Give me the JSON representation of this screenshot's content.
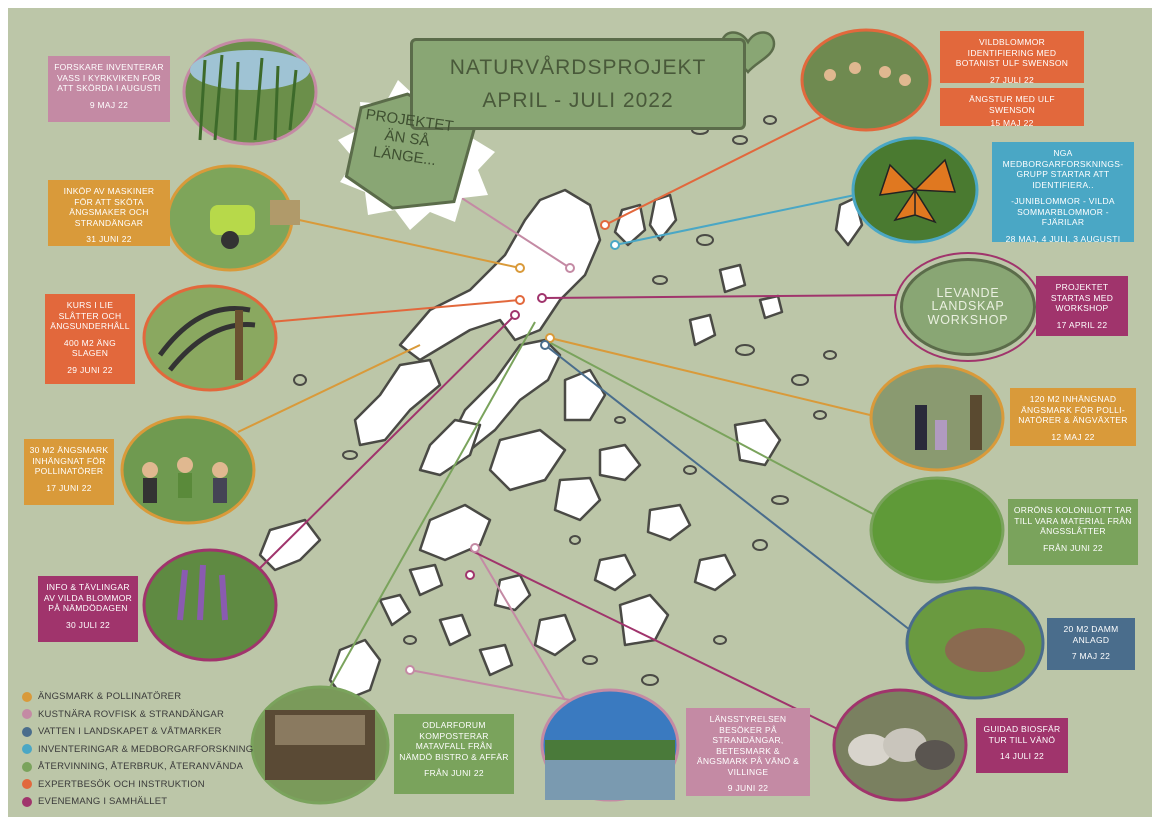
{
  "title": {
    "line1": "NATURVÅRDSPROJEKT",
    "line2": "APRIL - JULI 2022"
  },
  "sofar_badge": "PROJEKTET ÄN SÅ LÄNGE...",
  "levande_badge": "LEVANDE LANDSKAP WORKSHOP",
  "colors": {
    "background": "#bcc6a8",
    "pink": "#c48aa4",
    "orange": "#d99a3a",
    "red": "#e2683c",
    "blue": "#4aa7c5",
    "darkblue": "#4a6d8c",
    "green": "#7aa35c",
    "purple": "#a0346c"
  },
  "events": {
    "vass": {
      "text": "FORSKARE INVENTERAR VASS I KYRKVIKEN FÖR ATT SKÖRDA I AUGUSTI",
      "date": "9 MAJ 22"
    },
    "maskiner": {
      "text": "INKÖP AV MASKINER FÖR ATT SKÖTA ÄNGSMAKER OCH STRANDÄNGAR",
      "date": "31 JUNI 22"
    },
    "lie": {
      "text": "KURS I LIE SLÅTTER OCH ÄNGSUNDERHÅLL",
      "sub": "400 M2 ÄNG SLAGEN",
      "date": "29 JUNI 22"
    },
    "ang30": {
      "text": "30 M2 ÄNGSMARK INHÄNGNAT FÖR POLLINATÖRER",
      "date": "17 JUNI 22"
    },
    "info": {
      "text": "INFO & TÄVLINGAR AV VILDA BLOMMOR PÅ NÄMDÖDAGEN",
      "date": "30 JULI 22"
    },
    "odlar": {
      "text": "ODLARFORUM KOMPOSTERAR MATAVFALL FRÅN NÄMDÖ BISTRO & AFFÄR",
      "date": "FRÅN JUNI 22"
    },
    "lansstyrelsen": {
      "text": "LÄNSSTYRELSEN BESÖKER PÅ STRANDÄNGAR, BETESMARK & ÄNGSMARK PÅ VÄNÖ & VILLINGE",
      "date": "9 JUNI 22"
    },
    "guidad": {
      "text": "GUIDAD BIOSFÄR TUR TILL VÄNÖ",
      "date": "14 JULI 22"
    },
    "damm": {
      "text": "20 M2 DAMM ANLAGD",
      "date": "7 MAJ 22"
    },
    "orron": {
      "text": "ORRÖNS KOLONILOTT TAR TILL VARA MATERIAL FRÅN ÄNGSSLÅTTER",
      "date": "FRÅN JUNI 22"
    },
    "ang120": {
      "text": "120 M2 INHÄNGNAD ÄNGSMARK FÖR POLLI-NATÖRER & ÄNGVÄXTER",
      "date": "12 MAJ 22"
    },
    "startas": {
      "text": "PROJEKTET STARTAS MED WORKSHOP",
      "date": "17 APRIL 22"
    },
    "nga": {
      "text": "NGA MEDBORGARFORSKNINGS-GRUPP STARTAR ATT IDENTIFIERA..",
      "list": "-JUNIBLOMMOR - VILDA SOMMARBLOMMOR - FJÄRILAR",
      "date": "28 MAJ, 4 JULI, 3 AUGUSTI"
    },
    "vildblommor": {
      "text": "VILDBLOMMOR IDENTIFIERING MED BOTANIST ULF SWENSON",
      "date": "27 JULI 22"
    },
    "angstur": {
      "text": "ÄNGSTUR MED ULF SWENSON",
      "date": "15 MAJ 22"
    }
  },
  "legend": [
    {
      "label": "ÄNGSMARK & POLLINATÖRER",
      "color": "#d99a3a"
    },
    {
      "label": "KUSTNÄRA ROVFISK & STRANDÄNGAR",
      "color": "#c48aa4"
    },
    {
      "label": "VATTEN I LANDSKAPET & VÅTMARKER",
      "color": "#4a6d8c"
    },
    {
      "label": "INVENTERINGAR & MEDBORGARFORSKNING",
      "color": "#4aa7c5"
    },
    {
      "label": "ÅTERVINNING, ÅTERBRUK, ÅTERANVÄNDA",
      "color": "#7aa35c"
    },
    {
      "label": "EXPERTBESÖK OCH INSTRUKTION",
      "color": "#e2683c"
    },
    {
      "label": "EVENEMANG I SAMHÄLLET",
      "color": "#a0346c"
    }
  ]
}
